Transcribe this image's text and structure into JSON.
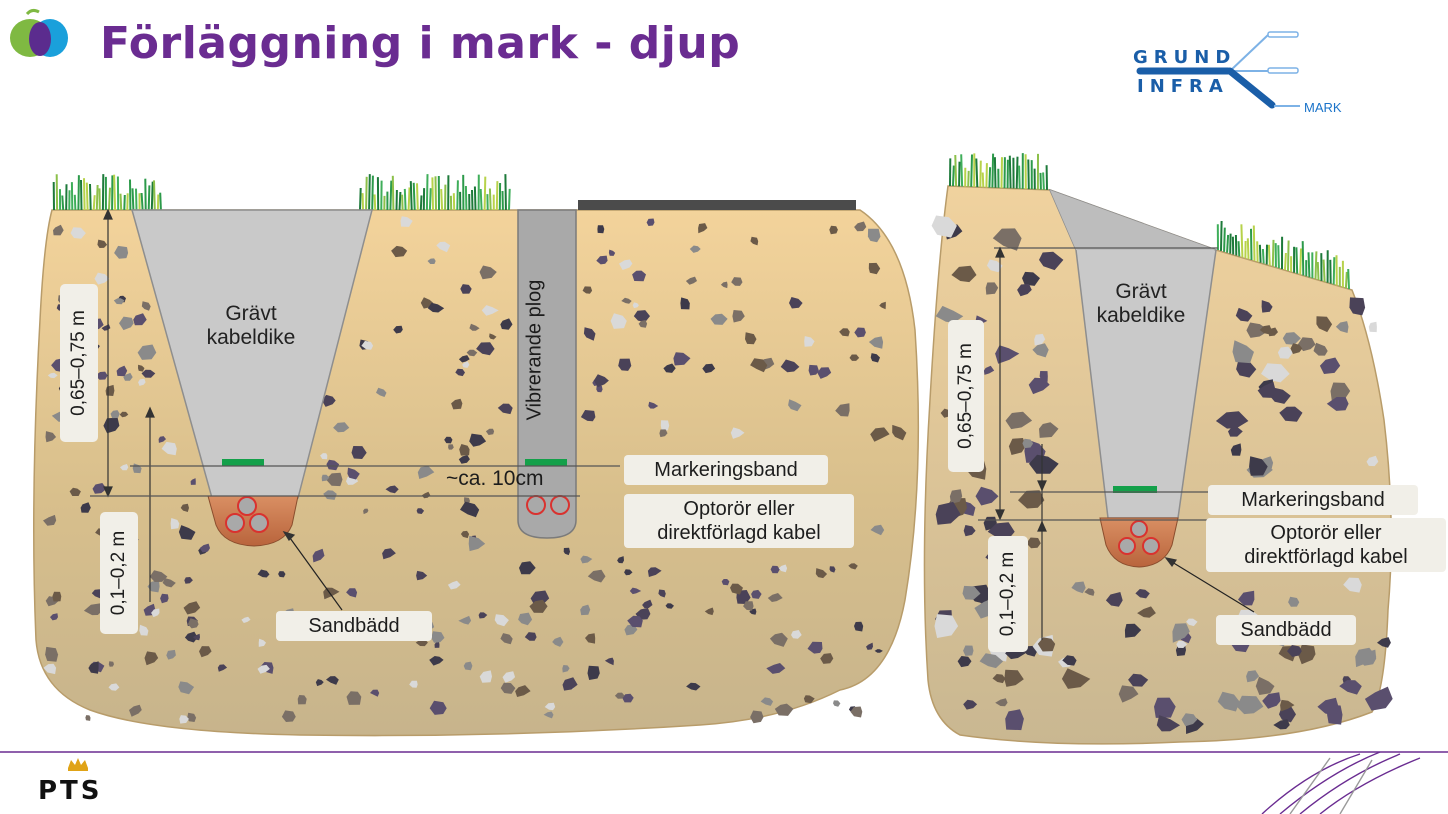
{
  "slide": {
    "title": "Förläggning i mark - djup"
  },
  "logo": {
    "line1": "GRUND",
    "line2": "INFRA",
    "line3": "MARK"
  },
  "footer": {
    "brand": "PTS"
  },
  "diagram_left": {
    "trench_label": "Grävt\nkabeldike",
    "plow_label": "Vibrerande plog",
    "depth_label": "0,65–0,75 m",
    "bed_depth_label": "0,1–0,2 m",
    "spacing_label": "~ca. 10cm",
    "marker_label": "Markeringsband",
    "conduit_label": "Optorör eller\ndirektförlagd kabel",
    "sand_label": "Sandbädd"
  },
  "diagram_right": {
    "trench_label": "Grävt\nkabeldike",
    "depth_label": "0,65–0,75 m",
    "bed_depth_label": "0,1–0,2 m",
    "marker_label": "Markeringsband",
    "conduit_label": "Optorör eller\ndirektförlagd kabel",
    "sand_label": "Sandbädd"
  },
  "colors": {
    "title": "#6a2c91",
    "soil": "#d9bf8e",
    "trench": "#c8c8c8",
    "sand": "#c8704a",
    "marker_tape": "#13a04a",
    "grass": "#2c9a4a",
    "logo": "#1a5ea8"
  }
}
